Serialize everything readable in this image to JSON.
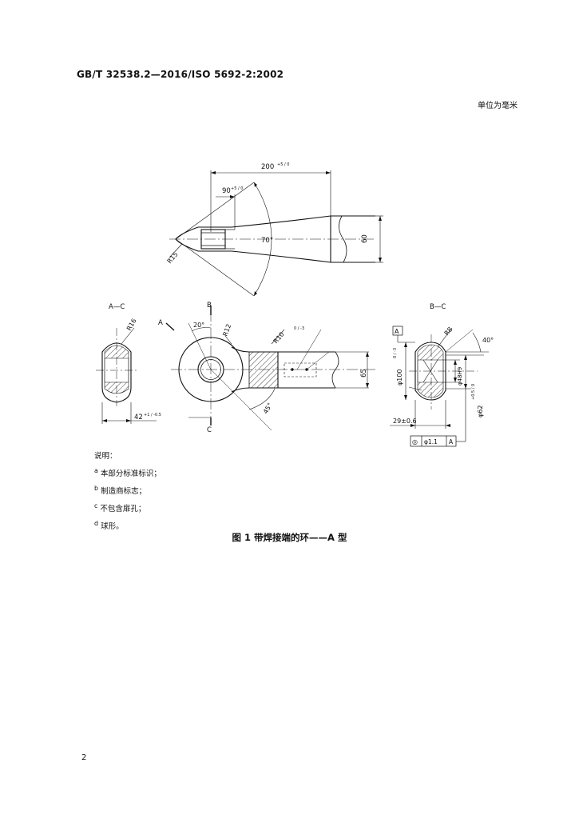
{
  "header": {
    "standard": "GB/T 32538.2—2016/ISO 5692-2:2002"
  },
  "unit_note": "单位为毫米",
  "drawing": {
    "dim_200": "200",
    "dim_200_tol": "+5 / 0",
    "dim_90": "90",
    "dim_90_tol": "+5 / 0",
    "radius_15": "R15",
    "angle_70": "70°",
    "dim_60": "60",
    "section_ac": "A—C",
    "radius_16": "R16",
    "dim_42": "42",
    "dim_42_tol": "+1 / -0.5",
    "label_a": "A",
    "label_b": "B",
    "label_c": "C",
    "angle_20": "20°",
    "radius_12": "R12",
    "dim_r10": "R10",
    "dim_r10_tol": "0 / -3",
    "dim_65": "65",
    "angle_45": "45°",
    "section_bc": "B—C",
    "datum_a": "A",
    "radius_8": "R8",
    "angle_40": "40°",
    "dia_100": "φ100",
    "dia_100_tol": "0 / -3",
    "dia_48": "φ48H9",
    "dia_62": "φ62",
    "dia_62_tol": "+0.5 / 0",
    "dim_29": "29±0.6",
    "tol_frame": [
      "◎",
      "φ1.1",
      "A"
    ]
  },
  "legend": {
    "title": "说明：",
    "items": [
      {
        "mark": "a",
        "text": "本部分标准标识；"
      },
      {
        "mark": "b",
        "text": "制造商标志；"
      },
      {
        "mark": "c",
        "text": "不包含扉孔；"
      },
      {
        "mark": "d",
        "text": "球形。"
      }
    ]
  },
  "caption": "图 1   带焊接端的环——A 型",
  "page_number": "2"
}
